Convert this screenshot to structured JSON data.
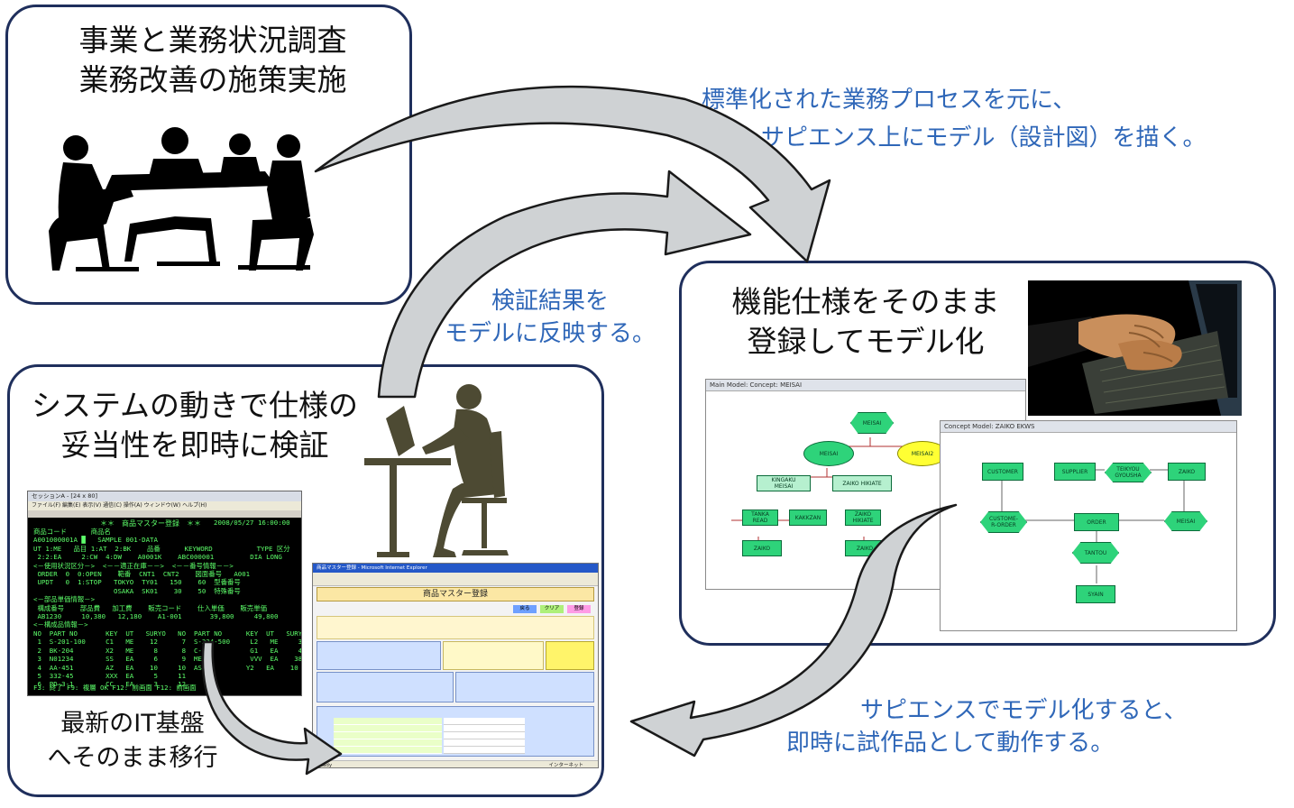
{
  "panels": {
    "top_left": {
      "title_lines": [
        "事業と業務状況調査",
        "業務改善の施策実施"
      ]
    },
    "right": {
      "title_lines": [
        "機能仕様をそのまま",
        "登録してモデル化"
      ]
    },
    "bottom_left": {
      "title_lines": [
        "システムの動きで仕様の",
        "妥当性を即時に検証"
      ],
      "caption_lines": [
        "最新のIT基盤",
        "へそのまま移行"
      ]
    }
  },
  "captions": {
    "top_right": [
      "標準化された業務プロセスを元に、",
      "サピエンス上にモデル（設計図）を描く。"
    ],
    "middle": [
      "検証結果を",
      "モデルに反映する。"
    ],
    "bottom_right": [
      "サピエンスでモデル化すると、",
      "即時に試作品として動作する。"
    ]
  },
  "model_window_1": {
    "title": "Main Model: Concept: MEISAI",
    "nodes": [
      "MEISAI",
      "MEISAI",
      "MEISAI2",
      "KINGAKU\nMEISAI",
      "ZAIKO HIKIATE",
      "TANKA\nREAD",
      "KAKKZAN",
      "ZAIKO\nHIKIATE",
      "ZAIKO",
      "ZAIKO"
    ]
  },
  "model_window_2": {
    "title": "Concept Model: ZAIKO EKWS",
    "nodes": [
      "CUSTOMER",
      "SUPPLIER",
      "TEIKYOU\nGYOUSHA",
      "ZAIKO",
      "CUSTOME-\nR-ORDER",
      "ORDER",
      "MEISAI",
      "TANTOU",
      "SYAIN"
    ]
  },
  "terminal": {
    "title": "セッションA - [24 x 80]",
    "menu": "ファイル(F)  編集(E)  表示(V)  通信(C)  操作(A)  ウィンドウ(W)  ヘルプ(H)",
    "screen_title": "＊＊　商品マスター登録　＊＊",
    "datetime": "2008/05/27  16:00:00",
    "lines": [
      "商品コード      商品名",
      "A001000001A █   SAMPLE 001-DATA",
      "UT 1:ME   品目 1:AT  2:BK    品番      KEYWORD           TYPE 区分",
      " 2:2:EA     2:CW  4:DW    A0001K    ABC000001         DIA LONG",
      "<－使用状況区分－>  <－－適正在庫－－>  <－－番号情報－－>",
      " ORDER  0  0:OPEN    範番  CNT1  CNT2    図面番号   A001",
      " UPDT   0  1:STOP   TOKYO  TY01   150    60  型番番号",
      "                    OSAKA  SK01    30    50  特殊番号",
      "<－部品単価情報－>",
      " 構成番号    部品費   加工費    販売コード    仕入単価    販売単価",
      " AB1230     10,380   12,180    A1-001       39,800     49,800",
      "<－構成品情報－>",
      "NO  PART NO       KEY  UT   SURYO   NO  PART NO      KEY  UT   SURYO",
      " 1  S-201-100     C1   ME    12      7  S-234-500     L2   ME     3",
      " 2  BK-204        X2   ME     8      8  C-101         G1   EA     4",
      " 3  N01234        SS   EA     6      9  ME-22         VVV  EA    38",
      " 4  AA-451        AZ   EA    10     10  AS-1         Y2   EA    10",
      " 5  332-45        XXX  EA     5     11",
      " 6  PD-3-1        CC   EA     3     12"
    ],
    "footer": "F3: 終了  F9: 複層 OK  F12: 前画面    F12: 前画面"
  },
  "web_form": {
    "title": "商品マスター登録 - Microsoft Internet Explorer",
    "heading": "商品マスター登録",
    "buttons": [
      "戻る",
      "クリア",
      "登録"
    ],
    "status_left": "Ready",
    "status_right": "インターネット"
  },
  "colors": {
    "panel_border": "#1f2f5c",
    "caption_text": "#2f67b8",
    "arrow_fill": "#cfd2d4",
    "node_fill": "#2ed37a",
    "terminal_text": "#5dff6a"
  }
}
